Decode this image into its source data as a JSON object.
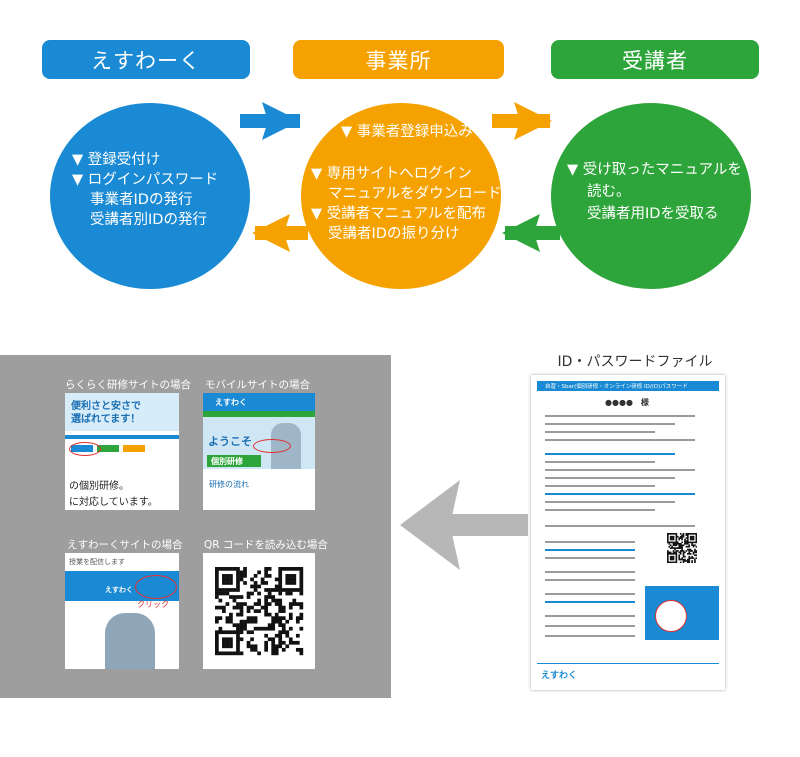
{
  "roles": {
    "esuwork": "えすわーく",
    "office": "事業所",
    "student": "受講者"
  },
  "esuwork_circle": {
    "line1": "▼ 登録受付け",
    "line2": "▼ ログインパスワード",
    "line3": "事業者IDの発行",
    "line4": "受講者別IDの発行"
  },
  "office_circle": {
    "line1": "▼ 事業者登録申込み",
    "line2": "▼ 専用サイトへログイン",
    "line3": "マニュアルをダウンロード",
    "line4": "▼ 受講者マニュアルを配布",
    "line5": "受講者IDの振り分け"
  },
  "student_circle": {
    "line1": "▼ 受け取ったマニュアルを",
    "line2": "読む。",
    "line3": "受講者用IDを受取る"
  },
  "methods": {
    "rakuraku": "らくらく研修サイトの場合",
    "mobile": "モバイルサイトの場合",
    "esuwork_site": "えすわーくサイトの場合",
    "qr": "QR コードを読み込む場合"
  },
  "thumb_rakuraku": {
    "line1": "便利さと安さで",
    "line2": "選ばれてます！",
    "body1": "の個別研修。",
    "body2": "に対応しています。"
  },
  "thumb_mobile": {
    "logo": "えすわく",
    "welcome": "ようこそ",
    "badge": "個別研修",
    "flow": "研修の流れ"
  },
  "thumb_esuwork": {
    "top": "授業を配信します",
    "logo": "えすわく",
    "click": "クリック"
  },
  "document": {
    "title": "ID・パスワードファイル",
    "header": "自習・Sbar(個別研修・オンライン研修 ID/(D)パスワード",
    "name": "●●●●　様",
    "logo": "えすわく"
  },
  "colors": {
    "blue": "#1a8ad4",
    "orange": "#f5a200",
    "green": "#2ea53a",
    "gray": "#9e9e9e"
  }
}
